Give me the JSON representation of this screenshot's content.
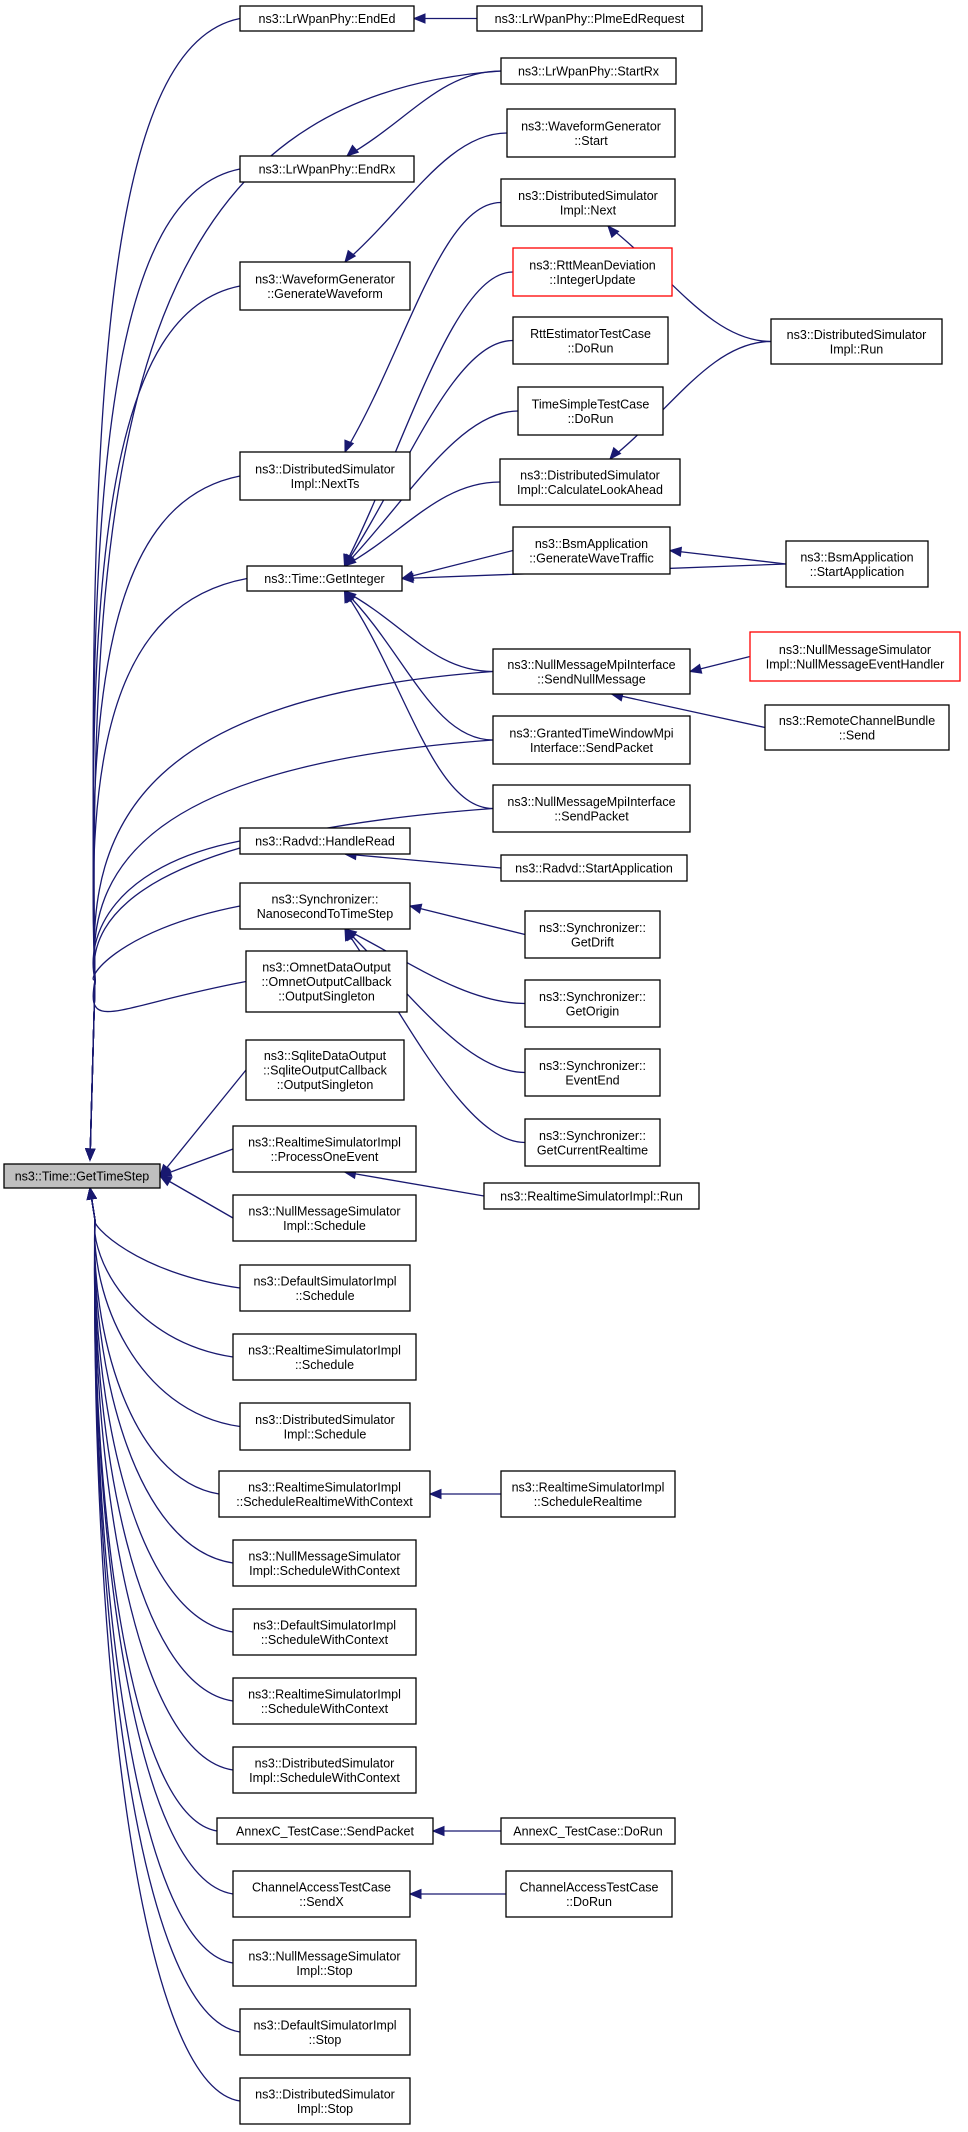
{
  "diagram": {
    "type": "call-graph",
    "root": "ns3::Time::GetTimeStep",
    "colors": {
      "edge": "#191970",
      "root_fill": "#bfbfbf",
      "node_border": "#000000",
      "truncated_border": "#ff0000"
    },
    "nodes": [
      {
        "id": "root",
        "lines": [
          "ns3::Time::GetTimeStep"
        ],
        "style": "root"
      },
      {
        "id": "endEd",
        "lines": [
          "ns3::LrWpanPhy::EndEd"
        ]
      },
      {
        "id": "plme",
        "lines": [
          "ns3::LrWpanPhy::PlmeEdRequest"
        ]
      },
      {
        "id": "startRx",
        "lines": [
          "ns3::LrWpanPhy::StartRx"
        ]
      },
      {
        "id": "wgStart",
        "lines": [
          "ns3::WaveformGenerator",
          "::Start"
        ]
      },
      {
        "id": "endRx",
        "lines": [
          "ns3::LrWpanPhy::EndRx"
        ]
      },
      {
        "id": "dsNext",
        "lines": [
          "ns3::DistributedSimulator",
          "Impl::Next"
        ]
      },
      {
        "id": "rttInt",
        "lines": [
          "ns3::RttMeanDeviation",
          "::IntegerUpdate"
        ],
        "style": "red"
      },
      {
        "id": "genWave",
        "lines": [
          "ns3::WaveformGenerator",
          "::GenerateWaveform"
        ]
      },
      {
        "id": "rttTest",
        "lines": [
          "RttEstimatorTestCase",
          "::DoRun"
        ]
      },
      {
        "id": "dsRun",
        "lines": [
          "ns3::DistributedSimulator",
          "Impl::Run"
        ]
      },
      {
        "id": "tsTest",
        "lines": [
          "TimeSimpleTestCase",
          "::DoRun"
        ]
      },
      {
        "id": "nextTs",
        "lines": [
          "ns3::DistributedSimulator",
          "Impl::NextTs"
        ]
      },
      {
        "id": "calcLA",
        "lines": [
          "ns3::DistributedSimulator",
          "Impl::CalculateLookAhead"
        ]
      },
      {
        "id": "bsmGen",
        "lines": [
          "ns3::BsmApplication",
          "::GenerateWaveTraffic"
        ]
      },
      {
        "id": "bsmStart",
        "lines": [
          "ns3::BsmApplication",
          "::StartApplication"
        ]
      },
      {
        "id": "getInt",
        "lines": [
          "ns3::Time::GetInteger"
        ]
      },
      {
        "id": "nmSendNull",
        "lines": [
          "ns3::NullMessageMpiInterface",
          "::SendNullMessage"
        ]
      },
      {
        "id": "nmEvH",
        "lines": [
          "ns3::NullMessageSimulator",
          "Impl::NullMessageEventHandler"
        ],
        "style": "red"
      },
      {
        "id": "rcb",
        "lines": [
          "ns3::RemoteChannelBundle",
          "::Send"
        ]
      },
      {
        "id": "gtwSend",
        "lines": [
          "ns3::GrantedTimeWindowMpi",
          "Interface::SendPacket"
        ]
      },
      {
        "id": "nmSendPkt",
        "lines": [
          "ns3::NullMessageMpiInterface",
          "::SendPacket"
        ]
      },
      {
        "id": "radHR",
        "lines": [
          "ns3::Radvd::HandleRead"
        ]
      },
      {
        "id": "radSA",
        "lines": [
          "ns3::Radvd::StartApplication"
        ]
      },
      {
        "id": "syncNano",
        "lines": [
          "ns3::Synchronizer::",
          "NanosecondToTimeStep"
        ]
      },
      {
        "id": "syncDrift",
        "lines": [
          "ns3::Synchronizer::",
          "GetDrift"
        ]
      },
      {
        "id": "omnet",
        "lines": [
          "ns3::OmnetDataOutput",
          "::OmnetOutputCallback",
          "::OutputSingleton"
        ]
      },
      {
        "id": "syncOrigin",
        "lines": [
          "ns3::Synchronizer::",
          "GetOrigin"
        ]
      },
      {
        "id": "sqlite",
        "lines": [
          "ns3::SqliteDataOutput",
          "::SqliteOutputCallback",
          "::OutputSingleton"
        ]
      },
      {
        "id": "syncEnd",
        "lines": [
          "ns3::Synchronizer::",
          "EventEnd"
        ]
      },
      {
        "id": "rtPOE",
        "lines": [
          "ns3::RealtimeSimulatorImpl",
          "::ProcessOneEvent"
        ]
      },
      {
        "id": "syncCur",
        "lines": [
          "ns3::Synchronizer::",
          "GetCurrentRealtime"
        ]
      },
      {
        "id": "rtRun",
        "lines": [
          "ns3::RealtimeSimulatorImpl::Run"
        ]
      },
      {
        "id": "nmSched",
        "lines": [
          "ns3::NullMessageSimulator",
          "Impl::Schedule"
        ]
      },
      {
        "id": "defSched",
        "lines": [
          "ns3::DefaultSimulatorImpl",
          "::Schedule"
        ]
      },
      {
        "id": "rtSched",
        "lines": [
          "ns3::RealtimeSimulatorImpl",
          "::Schedule"
        ]
      },
      {
        "id": "dsSched",
        "lines": [
          "ns3::DistributedSimulator",
          "Impl::Schedule"
        ]
      },
      {
        "id": "rtSRWC",
        "lines": [
          "ns3::RealtimeSimulatorImpl",
          "::ScheduleRealtimeWithContext"
        ]
      },
      {
        "id": "rtSR",
        "lines": [
          "ns3::RealtimeSimulatorImpl",
          "::ScheduleRealtime"
        ]
      },
      {
        "id": "nmSWC",
        "lines": [
          "ns3::NullMessageSimulator",
          "Impl::ScheduleWithContext"
        ]
      },
      {
        "id": "defSWC",
        "lines": [
          "ns3::DefaultSimulatorImpl",
          "::ScheduleWithContext"
        ]
      },
      {
        "id": "rtSWC",
        "lines": [
          "ns3::RealtimeSimulatorImpl",
          "::ScheduleWithContext"
        ]
      },
      {
        "id": "dsSWC",
        "lines": [
          "ns3::DistributedSimulator",
          "Impl::ScheduleWithContext"
        ]
      },
      {
        "id": "annexSend",
        "lines": [
          "AnnexC_TestCase::SendPacket"
        ]
      },
      {
        "id": "annexRun",
        "lines": [
          "AnnexC_TestCase::DoRun"
        ]
      },
      {
        "id": "caSendX",
        "lines": [
          "ChannelAccessTestCase",
          "::SendX"
        ]
      },
      {
        "id": "caRun",
        "lines": [
          "ChannelAccessTestCase",
          "::DoRun"
        ]
      },
      {
        "id": "nmStop",
        "lines": [
          "ns3::NullMessageSimulator",
          "Impl::Stop"
        ]
      },
      {
        "id": "defStop",
        "lines": [
          "ns3::DefaultSimulatorImpl",
          "::Stop"
        ]
      },
      {
        "id": "dsStop",
        "lines": [
          "ns3::DistributedSimulator",
          "Impl::Stop"
        ]
      }
    ],
    "edges": [
      {
        "from": "endEd",
        "to": "root"
      },
      {
        "from": "startRx",
        "to": "root"
      },
      {
        "from": "endRx",
        "to": "root"
      },
      {
        "from": "genWave",
        "to": "root"
      },
      {
        "from": "nextTs",
        "to": "root"
      },
      {
        "from": "getInt",
        "to": "root"
      },
      {
        "from": "nmSendNull",
        "to": "root"
      },
      {
        "from": "gtwSend",
        "to": "root"
      },
      {
        "from": "nmSendPkt",
        "to": "root"
      },
      {
        "from": "radHR",
        "to": "root"
      },
      {
        "from": "syncNano",
        "to": "root"
      },
      {
        "from": "omnet",
        "to": "root"
      },
      {
        "from": "sqlite",
        "to": "root"
      },
      {
        "from": "rtPOE",
        "to": "root"
      },
      {
        "from": "nmSched",
        "to": "root"
      },
      {
        "from": "defSched",
        "to": "root"
      },
      {
        "from": "rtSched",
        "to": "root"
      },
      {
        "from": "dsSched",
        "to": "root"
      },
      {
        "from": "rtSRWC",
        "to": "root"
      },
      {
        "from": "nmSWC",
        "to": "root"
      },
      {
        "from": "defSWC",
        "to": "root"
      },
      {
        "from": "rtSWC",
        "to": "root"
      },
      {
        "from": "dsSWC",
        "to": "root"
      },
      {
        "from": "annexSend",
        "to": "root"
      },
      {
        "from": "caSendX",
        "to": "root"
      },
      {
        "from": "nmStop",
        "to": "root"
      },
      {
        "from": "defStop",
        "to": "root"
      },
      {
        "from": "dsStop",
        "to": "root"
      },
      {
        "from": "plme",
        "to": "endEd"
      },
      {
        "from": "startRx",
        "to": "endRx"
      },
      {
        "from": "wgStart",
        "to": "genWave"
      },
      {
        "from": "dsNext",
        "to": "nextTs"
      },
      {
        "from": "dsRun",
        "to": "dsNext"
      },
      {
        "from": "dsRun",
        "to": "calcLA"
      },
      {
        "from": "rttInt",
        "to": "getInt"
      },
      {
        "from": "rttTest",
        "to": "getInt"
      },
      {
        "from": "tsTest",
        "to": "getInt"
      },
      {
        "from": "calcLA",
        "to": "getInt"
      },
      {
        "from": "bsmGen",
        "to": "getInt"
      },
      {
        "from": "bsmStart",
        "to": "getInt"
      },
      {
        "from": "nmSendNull",
        "to": "getInt"
      },
      {
        "from": "gtwSend",
        "to": "getInt"
      },
      {
        "from": "nmSendPkt",
        "to": "getInt"
      },
      {
        "from": "bsmStart",
        "to": "bsmGen"
      },
      {
        "from": "nmEvH",
        "to": "nmSendNull"
      },
      {
        "from": "rcb",
        "to": "nmSendNull"
      },
      {
        "from": "radSA",
        "to": "radHR"
      },
      {
        "from": "syncDrift",
        "to": "syncNano"
      },
      {
        "from": "syncOrigin",
        "to": "syncNano"
      },
      {
        "from": "syncEnd",
        "to": "syncNano"
      },
      {
        "from": "syncCur",
        "to": "syncNano"
      },
      {
        "from": "rtRun",
        "to": "rtPOE"
      },
      {
        "from": "rtSR",
        "to": "rtSRWC"
      },
      {
        "from": "annexRun",
        "to": "annexSend"
      },
      {
        "from": "caRun",
        "to": "caSendX"
      }
    ]
  }
}
